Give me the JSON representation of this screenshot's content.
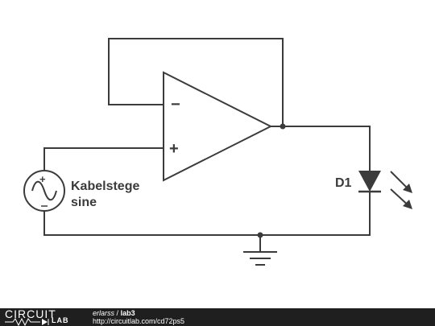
{
  "circuit": {
    "source_label_line1": "Kabelstege",
    "source_label_line2": "sine",
    "diode_label": "D1",
    "opamp_inverting": "−",
    "opamp_noninverting": "+"
  },
  "footer": {
    "logo_top": "CIRCUIT",
    "logo_bottom": "LAB",
    "author": "erlarss",
    "separator": "/",
    "project": "lab3",
    "url": "http://circuitlab.com/cd72ps5"
  },
  "colors": {
    "wire": "#3b3b3b",
    "footer_bg": "#1f1f1f",
    "footer_text": "#ffffff"
  }
}
